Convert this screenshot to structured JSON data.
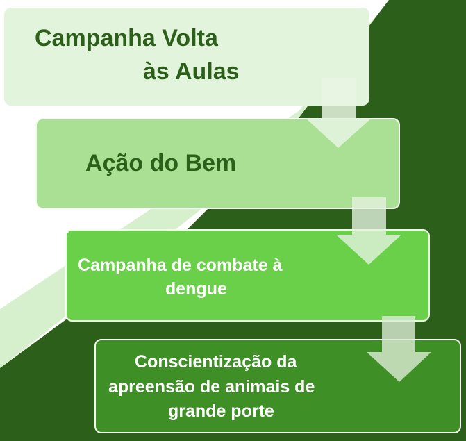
{
  "steps": [
    {
      "line1": "Campanha Volta",
      "line2": "às Aulas"
    },
    {
      "line1": "Ação do Bem"
    },
    {
      "line1": "Campanha de combate à",
      "line2": "dengue"
    },
    {
      "line1": "Conscientização da",
      "line2": "apreensão de animais de",
      "line3": "grande porte"
    }
  ],
  "colors": {
    "dark": "#2c5f1a",
    "stripe": "#d6efcc",
    "step1": "#e2f4dc",
    "step2": "#a9e093",
    "step3": "#6ad04a",
    "step4": "#3f8f27"
  }
}
